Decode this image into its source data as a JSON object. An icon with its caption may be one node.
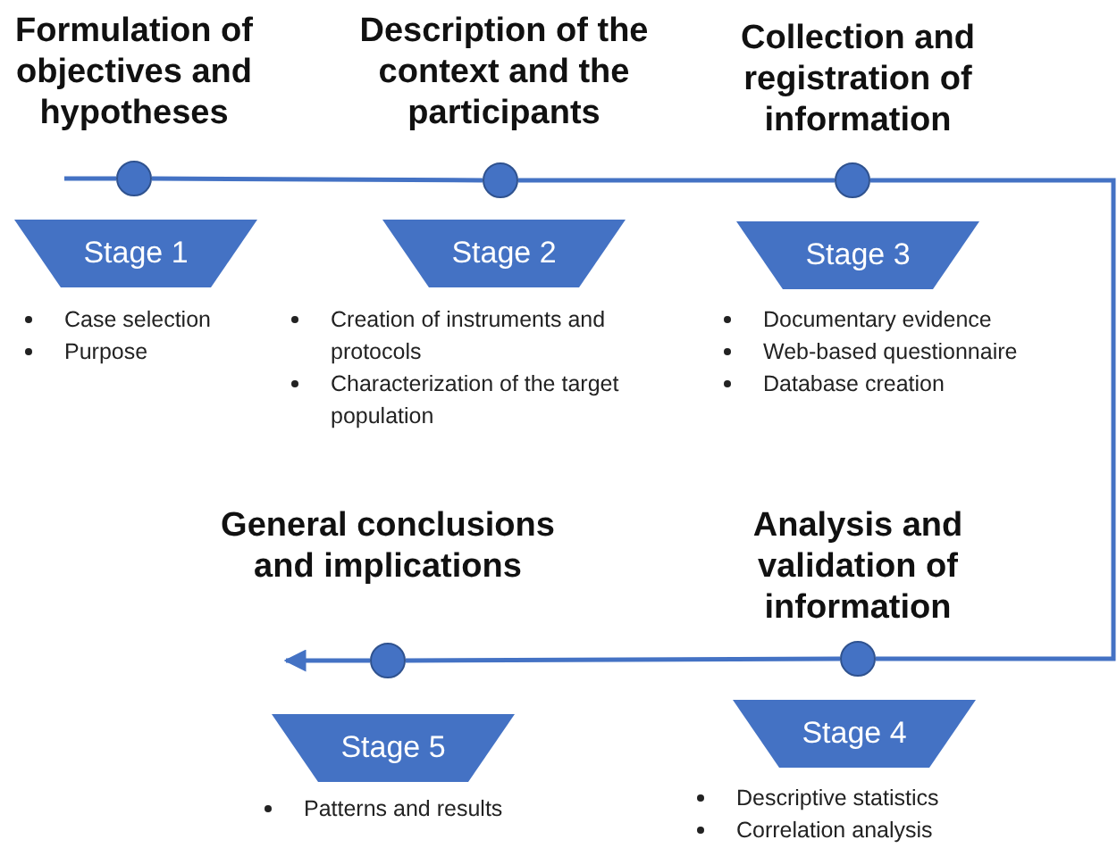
{
  "diagram": {
    "nodes": [
      {
        "text": [],
        "shape": "circle",
        "beside": [
          "Formulation of objectives and hypotheses"
        ]
      },
      {
        "text": [],
        "shape": "circle",
        "beside": [
          "Description of the context and the participants"
        ]
      },
      {
        "text": [],
        "shape": "circle",
        "beside": [
          "Collection and registration of information"
        ]
      },
      {
        "text": [],
        "shape": "circle",
        "beside": [
          "General conclusions and implications"
        ]
      },
      {
        "text": [],
        "shape": "circle",
        "beside": [
          "Analysis and validation of information"
        ]
      },
      {
        "text": [
          "Stage 1"
        ],
        "beside": [
          "Case selection",
          "Purpose"
        ]
      },
      {
        "text": [
          "Stage 2"
        ],
        "beside": [
          "Creation of instruments and protocols",
          "Characterization of the target population"
        ]
      },
      {
        "text": [
          "Stage 3"
        ],
        "beside": [
          "Documentary evidence",
          "Web-based questionnaire",
          "Database creation"
        ]
      },
      {
        "text": [
          "Stage 5"
        ],
        "beside": [
          "Patterns and results"
        ]
      },
      {
        "text": [
          "Stage 4"
        ],
        "beside": [
          "Descriptive statistics",
          "Correlation analysis"
        ]
      }
    ],
    "edges": [
      {
        "from": null,
        "to": 0,
        "arrow": "none"
      },
      {
        "from": 0,
        "to": 1,
        "arrow": "none"
      },
      {
        "from": 1,
        "to": 2,
        "arrow": "none"
      },
      {
        "from": 2,
        "to": 4,
        "arrow": "none"
      },
      {
        "from": 4,
        "to": 3,
        "arrow": "none"
      },
      {
        "from": 3,
        "to": null,
        "arrow": "to"
      }
    ]
  }
}
